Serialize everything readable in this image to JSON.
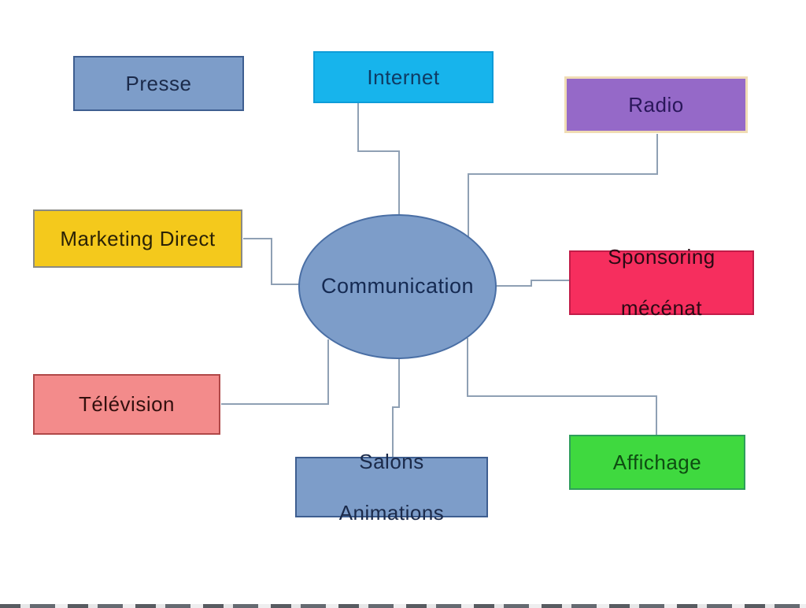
{
  "diagram": {
    "title_hint": "Communication mix diagram",
    "background_color": "#ffffff",
    "connector_color": "#8fa0b4",
    "center": {
      "label": "Communication",
      "shape": "ellipse",
      "fill": "#7d9dc9",
      "border": "#4a6fa5",
      "text_color": "#152a52"
    },
    "nodes": [
      {
        "id": "presse",
        "label": "Presse",
        "fill": "#7d9dc9",
        "border": "#3e5e90",
        "text_color": "#1b2a4a",
        "connected": false
      },
      {
        "id": "internet",
        "label": "Internet",
        "fill": "#17b4ec",
        "border": "#0e9cd8",
        "text_color": "#0f3b63",
        "connected": true
      },
      {
        "id": "radio",
        "label": "Radio",
        "fill": "#9569c8",
        "border": "#f0dcb4",
        "text_color": "#2a175a",
        "connected": true
      },
      {
        "id": "marketing",
        "label": "Marketing Direct",
        "fill": "#f4c91c",
        "border": "#8a8a84",
        "text_color": "#2b2206",
        "connected": true
      },
      {
        "id": "sponsoring",
        "label": "Sponsoring mécénat",
        "label_line1": "Sponsoring",
        "label_line2": "mécénat",
        "fill": "#f62e5e",
        "border": "#c21c48",
        "text_color": "#2a0a14",
        "connected": true
      },
      {
        "id": "television",
        "label": "Télévision",
        "fill": "#f38b8b",
        "border": "#b04848",
        "text_color": "#33100e",
        "connected": true
      },
      {
        "id": "salons",
        "label": "Salons Animations",
        "label_line1": "Salons",
        "label_line2": "Animations",
        "fill": "#7d9dc9",
        "border": "#3e5e90",
        "text_color": "#1b2a4a",
        "connected": true
      },
      {
        "id": "affichage",
        "label": "Affichage",
        "fill": "#3fd93f",
        "border": "#2e9e5b",
        "text_color": "#0e4d12",
        "connected": true
      }
    ]
  }
}
